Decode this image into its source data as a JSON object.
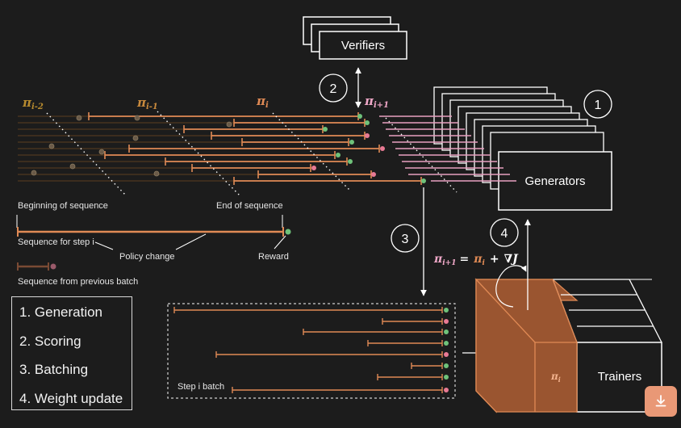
{
  "labels": {
    "verifiers": "Verifiers",
    "generators": "Generators",
    "trainers": "Trainers",
    "pi_i2_base": "π",
    "pi_i2_sub": "i-2",
    "pi_i1_base": "π",
    "pi_i1_sub": "i-1",
    "pi_i_base": "π",
    "pi_i_sub": "i",
    "pi_ip1_base": "π",
    "pi_ip1_sub": "i+1",
    "trainer_pi_base": "π",
    "trainer_pi_sub": "i",
    "beginning_of_sequence": "Beginning of sequence",
    "end_of_sequence": "End of sequence",
    "sequence_for_step": "Sequence for step i",
    "policy_change": "Policy change",
    "reward": "Reward",
    "sequence_prev_batch": "Sequence from previous batch",
    "step_batch": "Step i batch",
    "formula": {
      "lhs_base": "π",
      "lhs_sub": "i+1",
      "eq": "=",
      "rhs_base": "π",
      "rhs_sub": "i",
      "plus": "+",
      "grad": "∇J"
    }
  },
  "steps": {
    "n1": "1",
    "n2": "2",
    "n3": "3",
    "n4": "4"
  },
  "legend": {
    "items": [
      "1. Generation",
      "2. Scoring",
      "3. Batching",
      "4. Weight update"
    ]
  },
  "colors": {
    "background": "#1c1c1c",
    "sequence_current": "#e08a55",
    "sequence_previous": "#7a4a34",
    "sequence_new": "#e8a0c0",
    "reward_green": "#6fc27a",
    "reward_pink": "#e87a94",
    "trainer_fill": "#9a5530",
    "pi_label": "#e08a55",
    "pi_new": "#f0a8c8",
    "download_button": "#e99876"
  },
  "icons": {
    "download": "download-icon"
  }
}
